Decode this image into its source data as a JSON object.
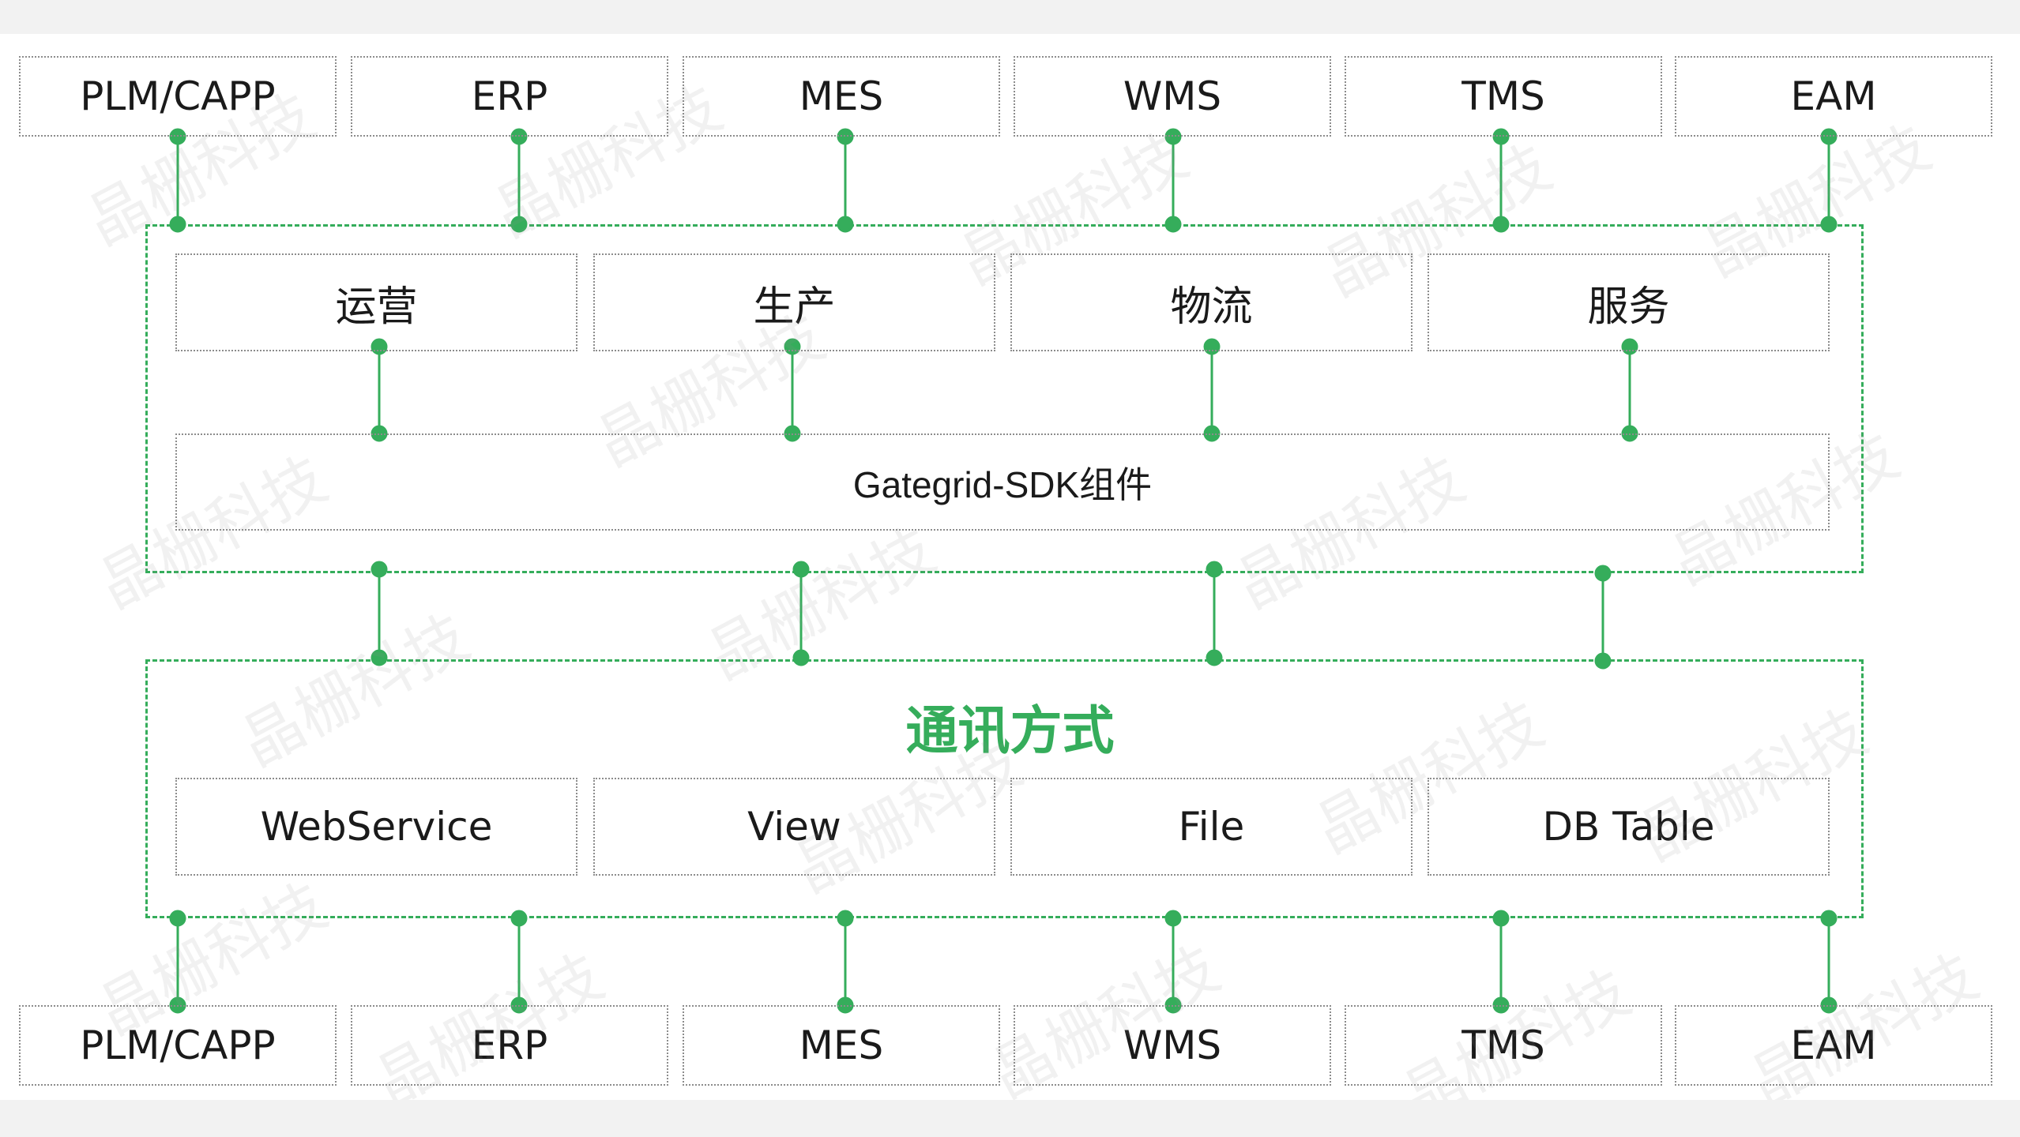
{
  "colors": {
    "accent": "#35ad5b",
    "border": "#8c8c8c",
    "text": "#1a1a1a"
  },
  "top_systems": [
    "PLM/CAPP",
    "ERP",
    "MES",
    "WMS",
    "TMS",
    "EAM"
  ],
  "modules": [
    "运营",
    "生产",
    "物流",
    "服务"
  ],
  "sdk_label": "Gategrid-SDK组件",
  "comm": {
    "title": "通讯方式",
    "methods": [
      "WebService",
      "View",
      "File",
      "DB Table"
    ]
  },
  "bottom_systems": [
    "PLM/CAPP",
    "ERP",
    "MES",
    "WMS",
    "TMS",
    "EAM"
  ],
  "watermark": "晶栅科技"
}
